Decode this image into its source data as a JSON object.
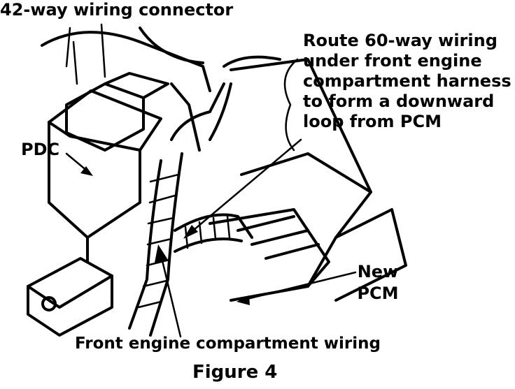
{
  "figure": {
    "caption": "Figure 4",
    "labels": {
      "connector_42way": "42-way wiring connector",
      "route_note": "Route 60-way wiring under front engine compartment harness to form a downward loop from PCM",
      "pdc": "PDC",
      "new_pcm": "New PCM",
      "front_wiring": "Front engine compartment wiring"
    }
  }
}
